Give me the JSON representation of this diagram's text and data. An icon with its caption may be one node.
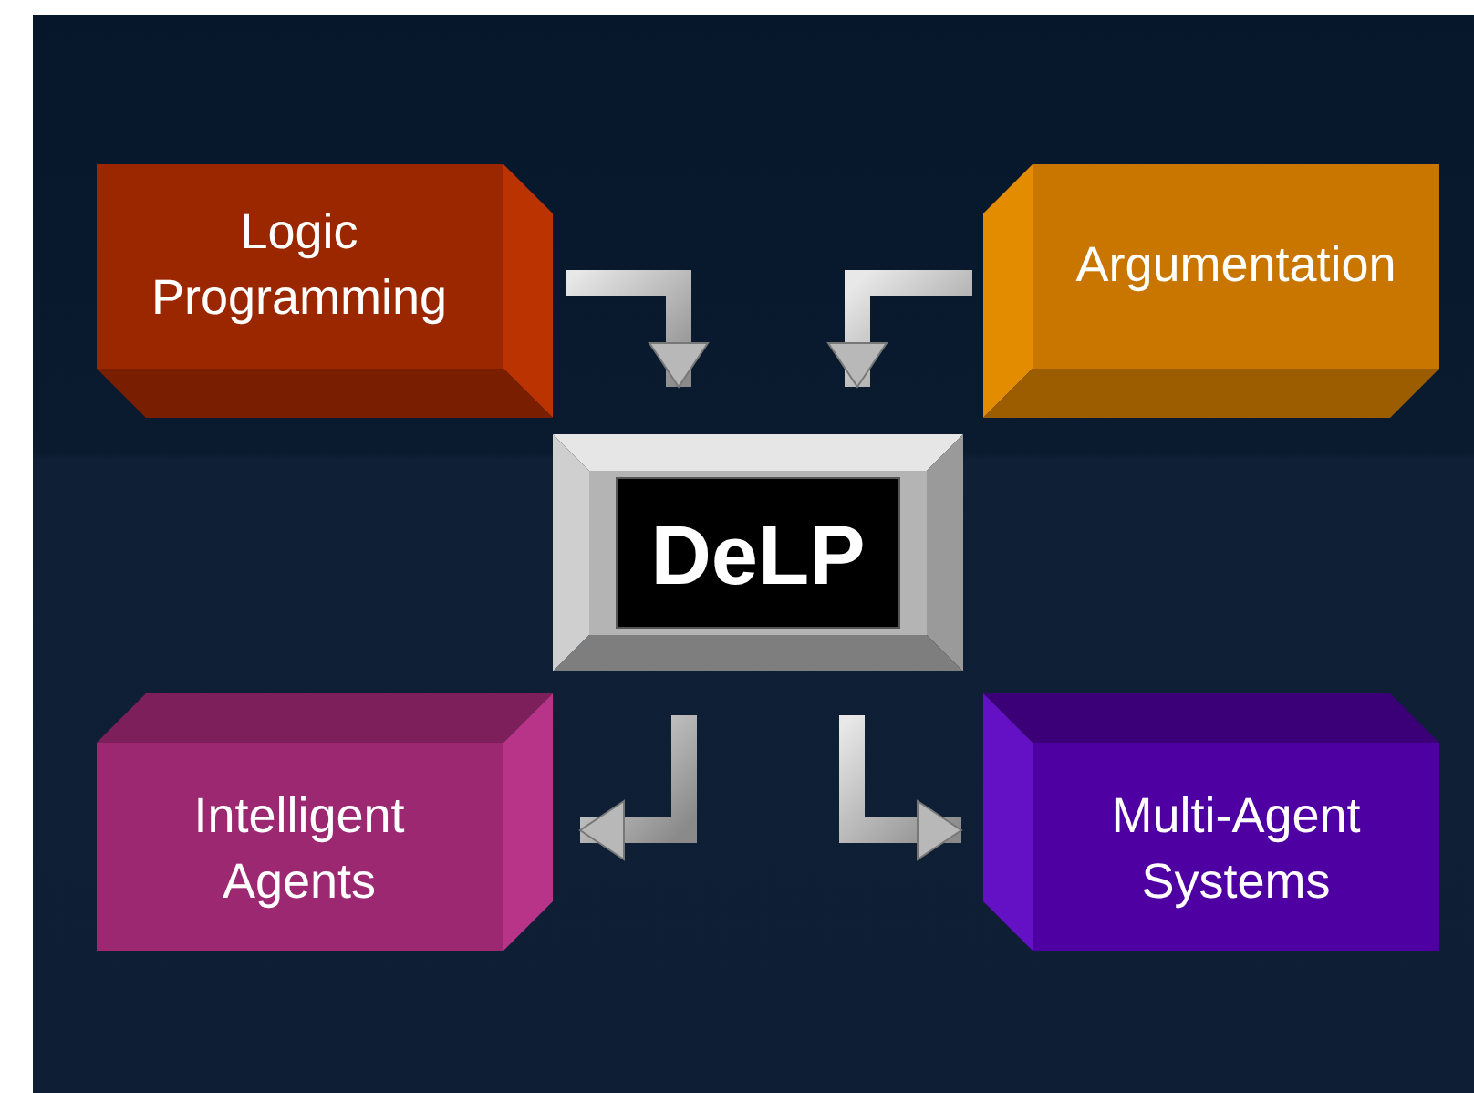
{
  "diagram": {
    "nodes": [
      {
        "text": [
          "Logic Programming"
        ]
      },
      {
        "text": [
          "Argumentation"
        ]
      },
      {
        "text": [
          "DeLP"
        ]
      },
      {
        "text": [
          "Intelligent Agents"
        ]
      },
      {
        "text": [
          "Multi-Agent Systems"
        ]
      }
    ],
    "edges": [
      {
        "from": 0,
        "to": 2,
        "arrow": "to"
      },
      {
        "from": 1,
        "to": 2,
        "arrow": "to"
      },
      {
        "from": 2,
        "to": 3,
        "arrow": "to"
      },
      {
        "from": 2,
        "to": 4,
        "arrow": "to"
      }
    ]
  }
}
